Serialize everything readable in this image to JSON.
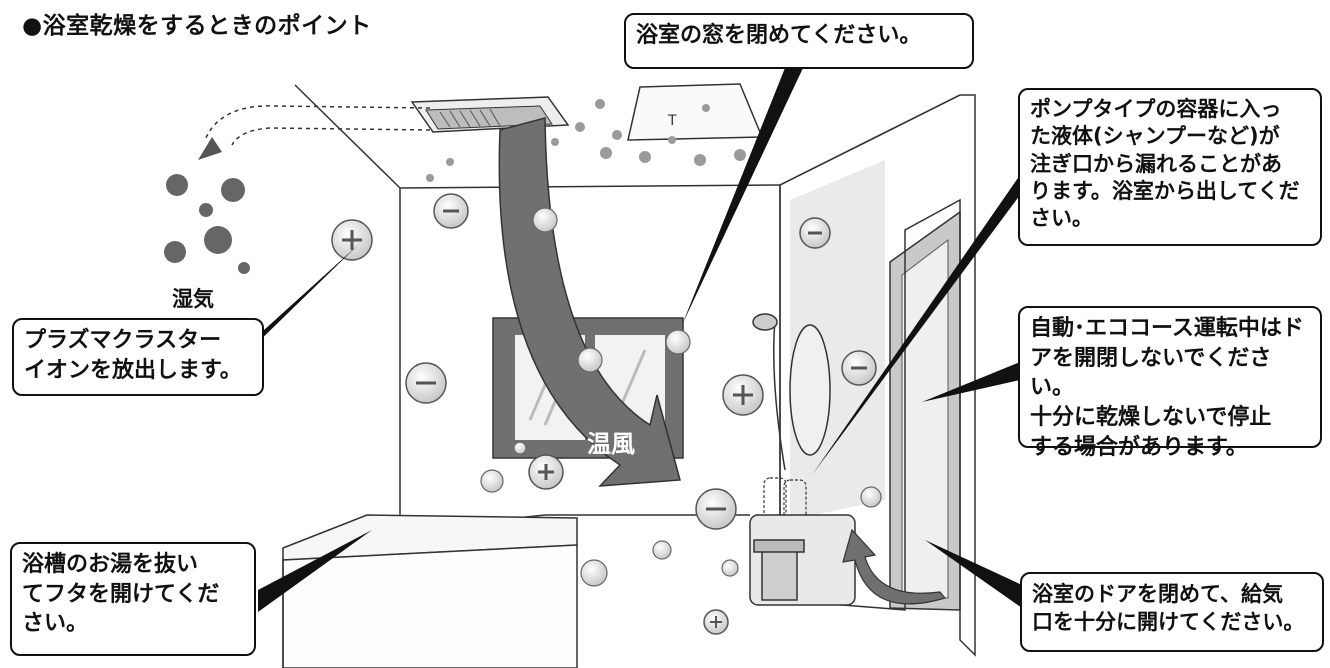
{
  "title": "●浴室乾燥をするときのポイント",
  "labels": {
    "humidity": "湿気",
    "warm_air": "温風"
  },
  "callouts": {
    "window": "浴室の窓を閉めてください。",
    "pump": "ポンプタイプの容器に入っ\nた液体(シャンプーなど)が\n注ぎ口から漏れることがあ\nります。浴室から出してくだ\nさい。",
    "plasma": "プラズマクラスター\nイオンを放出します。",
    "auto": "自動･エココース運転中はド\nアを開閉しないでください。\n十分に乾燥しないで停止\nする場合があります。",
    "tub": "浴槽のお湯を抜い\nてフタを開けてくだ\nさい。",
    "door": "浴室のドアを閉めて、給気\n口を十分に開けてください。"
  },
  "colors": {
    "arrow": "#707070",
    "ion_fill": "#d9d9d9",
    "wall_line": "#333333",
    "window_frame": "#555555",
    "door_panel": "#b5b5b5"
  }
}
